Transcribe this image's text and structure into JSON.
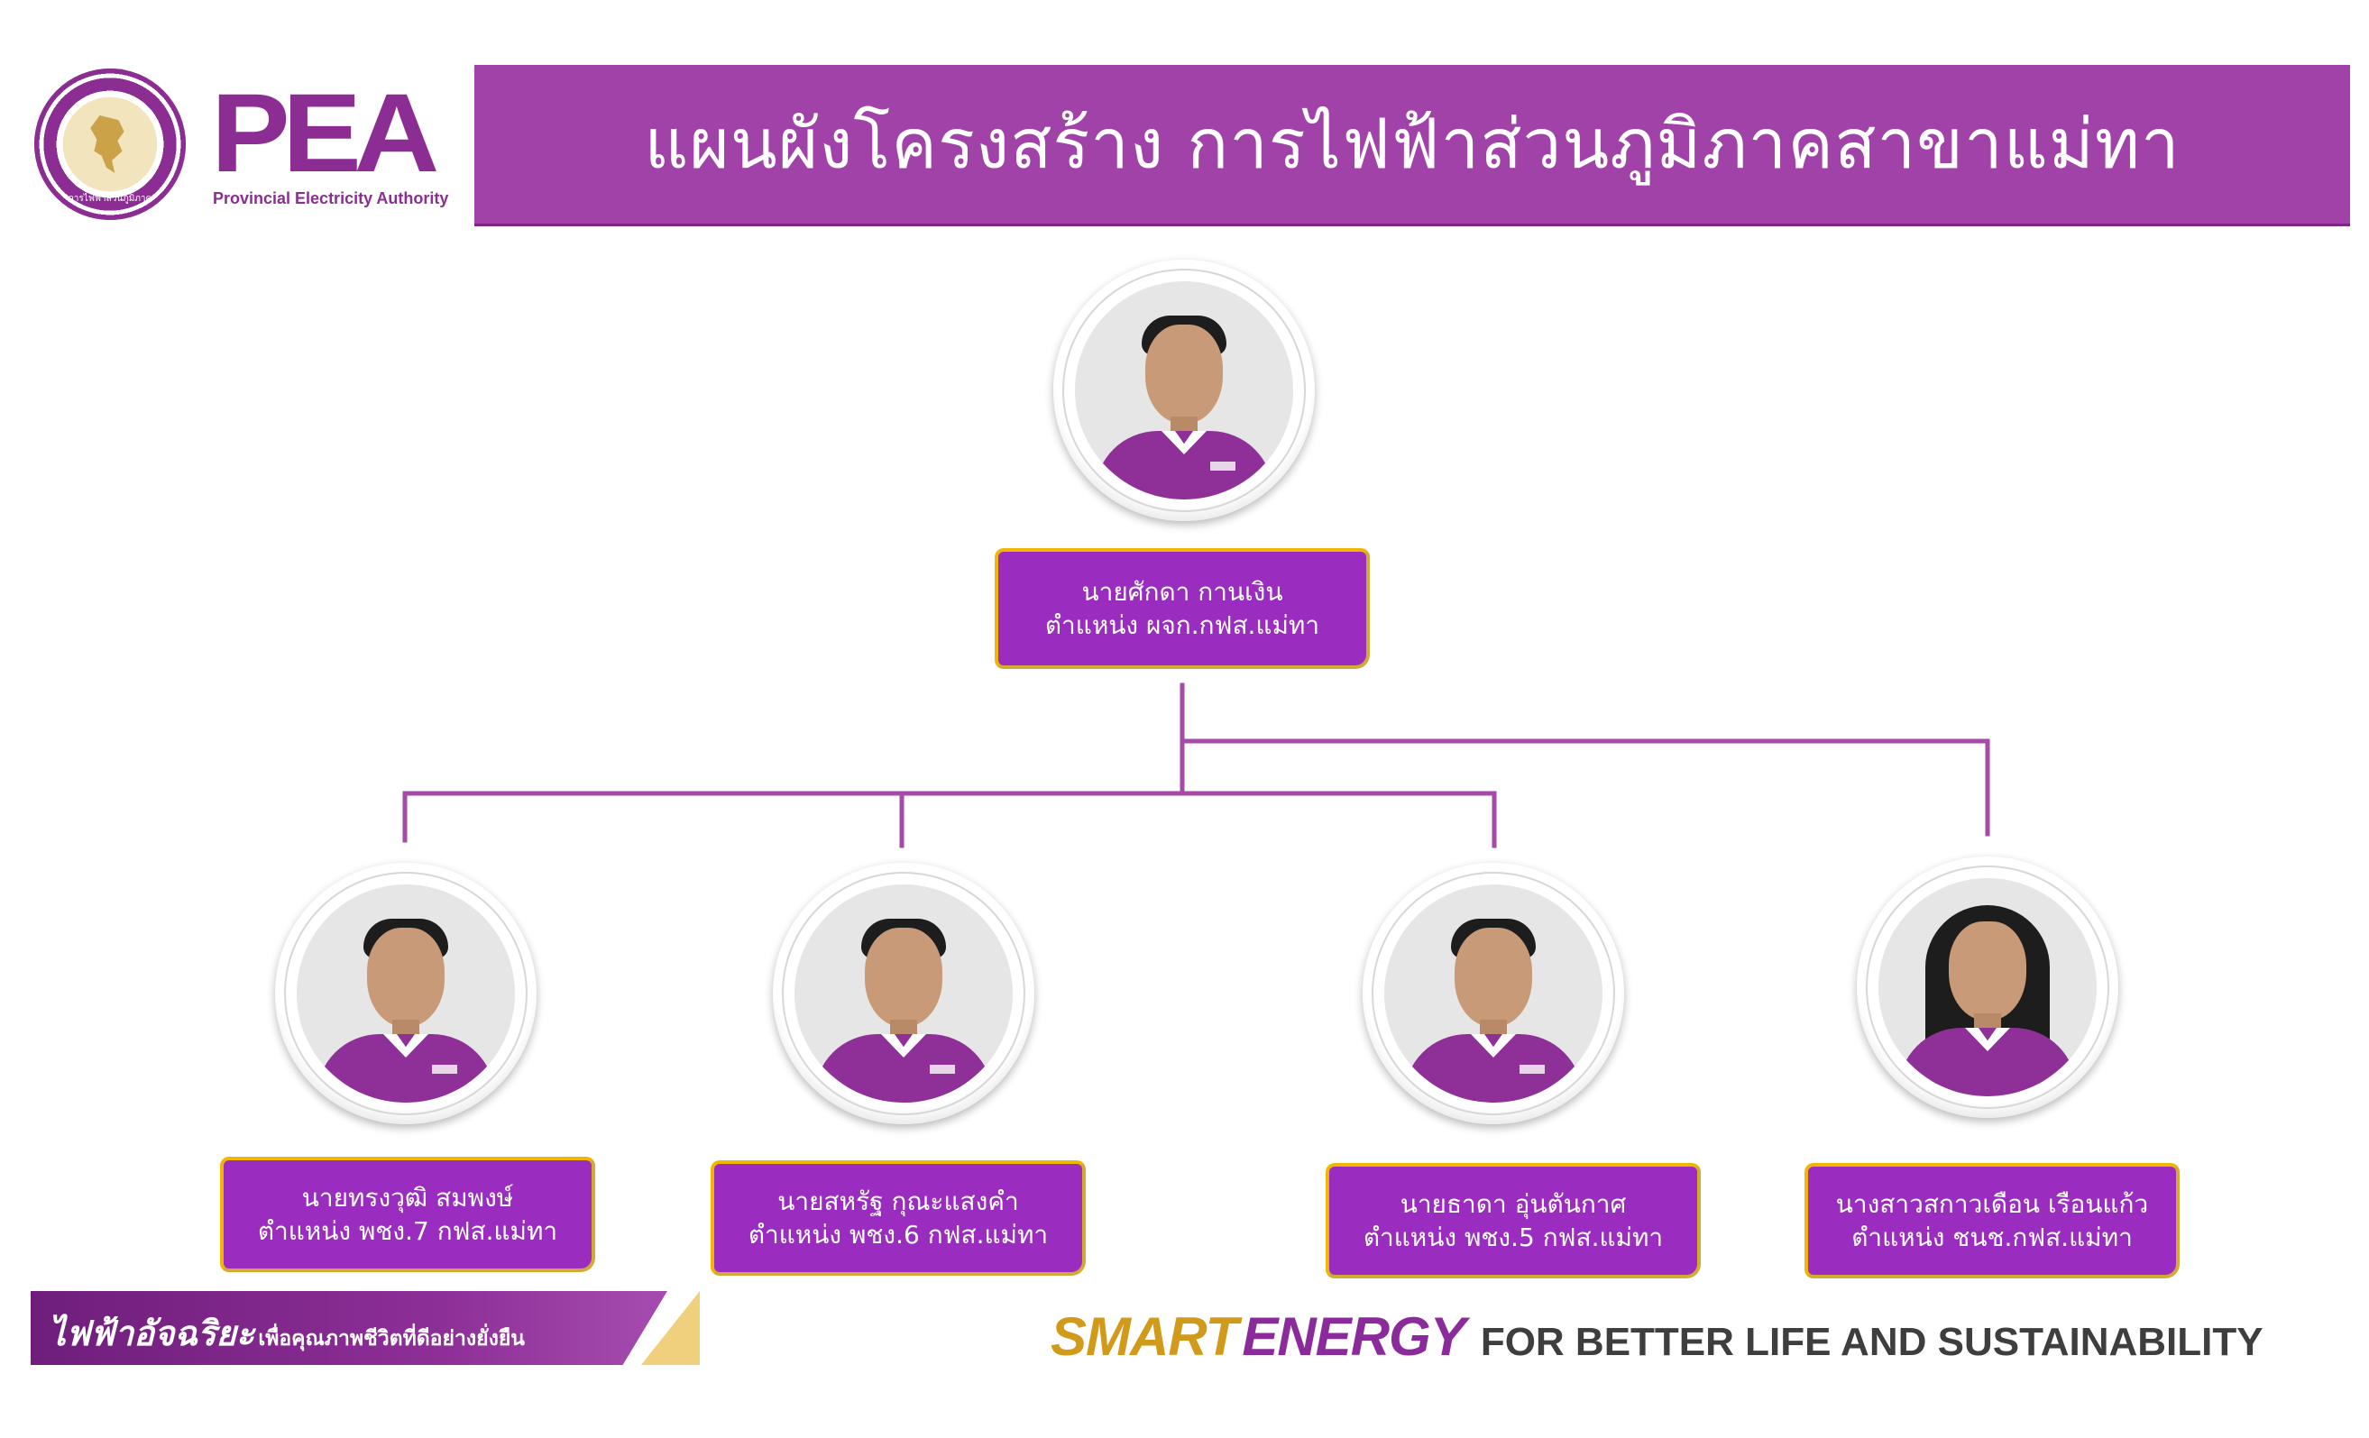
{
  "header": {
    "logo_text": "PEA",
    "logo_subtitle": "Provincial Electricity Authority",
    "seal_text": "การไฟฟ้าส่วนภูมิภาค",
    "title": "แผนผังโครงสร้าง   การไฟฟ้าส่วนภูมิภาคสาขาแม่ทา"
  },
  "org": {
    "manager": {
      "name": "นายศักดา    กานเงิน",
      "position": "ตำแหน่ง ผจก.กฟส.แม่ทา"
    },
    "staff": [
      {
        "name": "นายทรงวุฒิ    สมพงษ์",
        "position": "ตำแหน่ง พชง.7 กฟส.แม่ทา"
      },
      {
        "name": "นายสหรัฐ    กุณะแสงคำ",
        "position": "ตำแหน่ง พชง.6 กฟส.แม่ทา"
      },
      {
        "name": "นายธาดา    อุ่นตันกาศ",
        "position": "ตำแหน่ง พชง.5 กฟส.แม่ทา"
      },
      {
        "name": "นางสาวสกาวเดือน    เรือนแก้ว",
        "position": "ตำแหน่ง ชนช.กฟส.แม่ทา"
      }
    ]
  },
  "footer": {
    "slogan_strong": "ไฟฟ้าอัจฉริยะ",
    "slogan_small": "เพื่อคุณภาพชีวิตที่ดีอย่างยั่งยืน",
    "smart": "SMART",
    "energy": "ENERGY",
    "tagline": "FOR BETTER LIFE AND SUSTAINABILITY"
  },
  "colors": {
    "brand_purple": "#a042a8",
    "box_purple": "#9a2cc0",
    "box_border_gold": "#f2b600",
    "connector": "#a54aa9",
    "smart_gold": "#d29a1b"
  }
}
